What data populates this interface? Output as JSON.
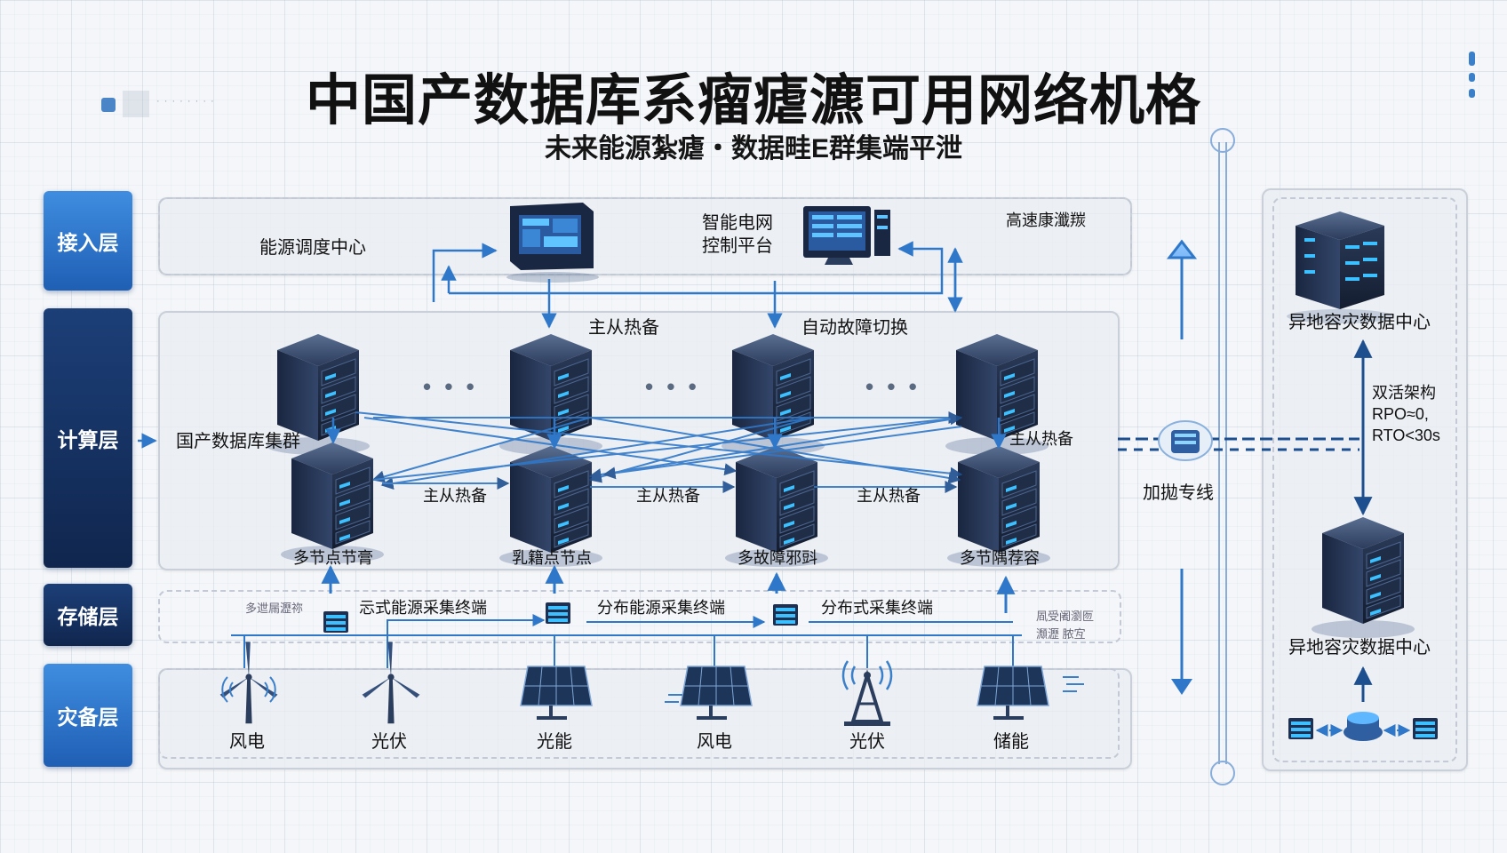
{
  "title": "中国产数据库系瘤瘧瀌可用网络机格",
  "subtitle": "未来能源紮瘧・数据畦E群集端平泄",
  "layers": {
    "access": "接入层",
    "compute": "计算层",
    "storage": "存储层",
    "backup": "灾备层"
  },
  "access_panel": {
    "dispatch_center": "能源调度中心",
    "grid_platform_line1": "智能电网",
    "grid_platform_line2": "控制平台",
    "high_speed": "高速康瀸羰"
  },
  "compute_panel": {
    "master_slave_top": "主从热备",
    "auto_failover": "自动故障切换",
    "cluster_label": "国产数据库集群",
    "master_slave_right": "主从热备",
    "link_labels": [
      "主从热备",
      "主从热备",
      "主从热备"
    ],
    "node_labels": [
      "多节点节膏",
      "乳籍点节点",
      "多故障邪㪷",
      "多节隅荐容"
    ],
    "ellipsis": "• • •"
  },
  "storage_panel": {
    "left_faint": "多迣屚瀝祢",
    "terminals": [
      "忈式能源采集终端",
      "分布能源采集终端",
      "分布式采集终端"
    ],
    "right_faint_line1": "凮受阇瀏匢",
    "right_faint_line2": "瀩瀝 脓宐"
  },
  "backup_panel": {
    "items": [
      {
        "label": "风电",
        "icon": "wind-turbine-icon"
      },
      {
        "label": "光伏",
        "icon": "wind-turbine-icon"
      },
      {
        "label": "光能",
        "icon": "solar-panel-icon"
      },
      {
        "label": "风电",
        "icon": "solar-panel-icon"
      },
      {
        "label": "光伏",
        "icon": "antenna-tower-icon"
      },
      {
        "label": "储能",
        "icon": "solar-panel-icon"
      }
    ]
  },
  "dedicated_line": "加拋专线",
  "dr_panel": {
    "center_top": "异地容灾数据中心",
    "active_active": "双活架构",
    "rpo": "RPO≈0,",
    "rto": "RTO<30s",
    "center_bottom": "异地容灾数据中心"
  },
  "colors": {
    "accent_blue": "#2f78c9",
    "navy": "#10264e",
    "server_glow": "#35b6ff"
  }
}
